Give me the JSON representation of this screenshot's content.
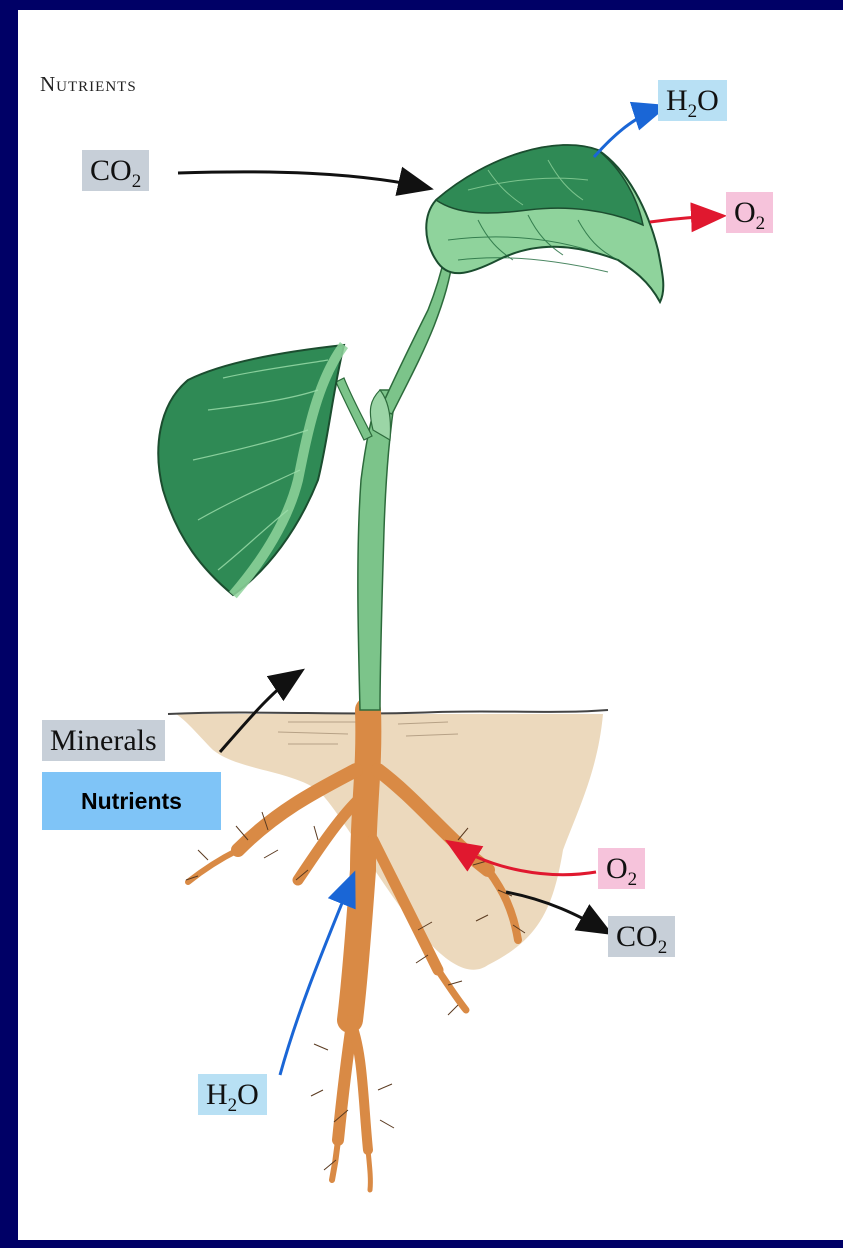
{
  "title": "Nutrients",
  "labels": {
    "h2o_top": {
      "main": "H",
      "sub": "2",
      "tail": "O"
    },
    "co2_leaf": {
      "main": "CO",
      "sub": "2",
      "tail": ""
    },
    "o2_leaf": {
      "main": "O",
      "sub": "2",
      "tail": ""
    },
    "o2_root": {
      "main": "O",
      "sub": "2",
      "tail": ""
    },
    "co2_root": {
      "main": "CO",
      "sub": "2",
      "tail": ""
    },
    "minerals": "Minerals",
    "h2o_bottom": {
      "main": "H",
      "sub": "2",
      "tail": "O"
    }
  },
  "banner": "Nutrients",
  "colors": {
    "frame": "#000066",
    "leaf_dark": "#2f8a55",
    "leaf_light": "#8fd39c",
    "stem": "#7cc48a",
    "root": "#d98a45",
    "soil": "#ecd9bd",
    "arrow_black": "#111111",
    "arrow_blue": "#1a66d6",
    "arrow_red": "#e0182f",
    "chip_gray": "#c7cfd8",
    "chip_blue": "#b8e0f4",
    "chip_pink": "#f6c3db",
    "banner": "#7fc4f7"
  }
}
